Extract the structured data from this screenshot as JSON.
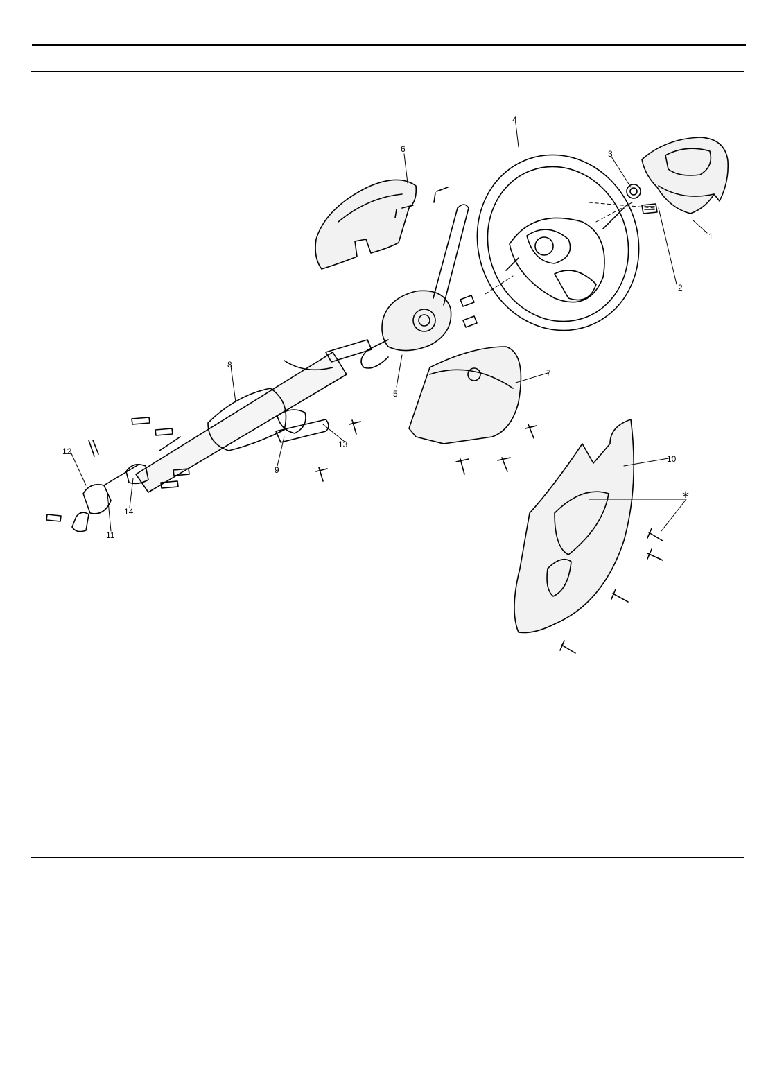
{
  "diagram": {
    "callouts": [
      {
        "id": "1",
        "label": "1"
      },
      {
        "id": "2",
        "label": "2"
      },
      {
        "id": "3",
        "label": "3"
      },
      {
        "id": "4",
        "label": "4"
      },
      {
        "id": "5",
        "label": "5"
      },
      {
        "id": "6",
        "label": "6"
      },
      {
        "id": "7",
        "label": "7"
      },
      {
        "id": "8",
        "label": "8"
      },
      {
        "id": "9",
        "label": "9"
      },
      {
        "id": "10",
        "label": "10"
      },
      {
        "id": "11",
        "label": "11"
      },
      {
        "id": "12",
        "label": "12"
      },
      {
        "id": "13",
        "label": "13"
      },
      {
        "id": "14",
        "label": "14"
      },
      {
        "id": "star",
        "label": "*"
      }
    ],
    "parts": [
      "horn-pad",
      "nut",
      "steering-wheel",
      "combination-switch",
      "upper-column-cover",
      "lower-column-cover",
      "steering-column",
      "ignition-switch",
      "knee-panel",
      "universal-joint",
      "bracket",
      "bolts",
      "screws"
    ]
  },
  "colors": {
    "line": "#000000",
    "background": "#ffffff"
  }
}
